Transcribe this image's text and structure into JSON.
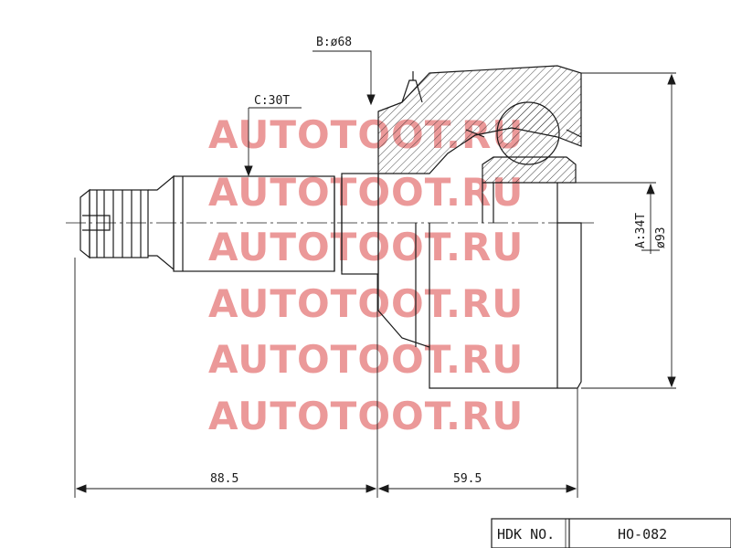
{
  "labels": {
    "spline_outer": "C:30T",
    "seal_diameter": "B:ø68",
    "spline_inner": "A:34T",
    "outer_diameter": "ø93",
    "length_left": "88.5",
    "length_right": "59.5"
  },
  "watermark": {
    "text": "AUTOTOOT.RU",
    "color": "#e88888"
  },
  "title_block": {
    "label": "HDK NO.",
    "part_number": "HO-082"
  },
  "colors": {
    "line": "#1a1a1a"
  }
}
